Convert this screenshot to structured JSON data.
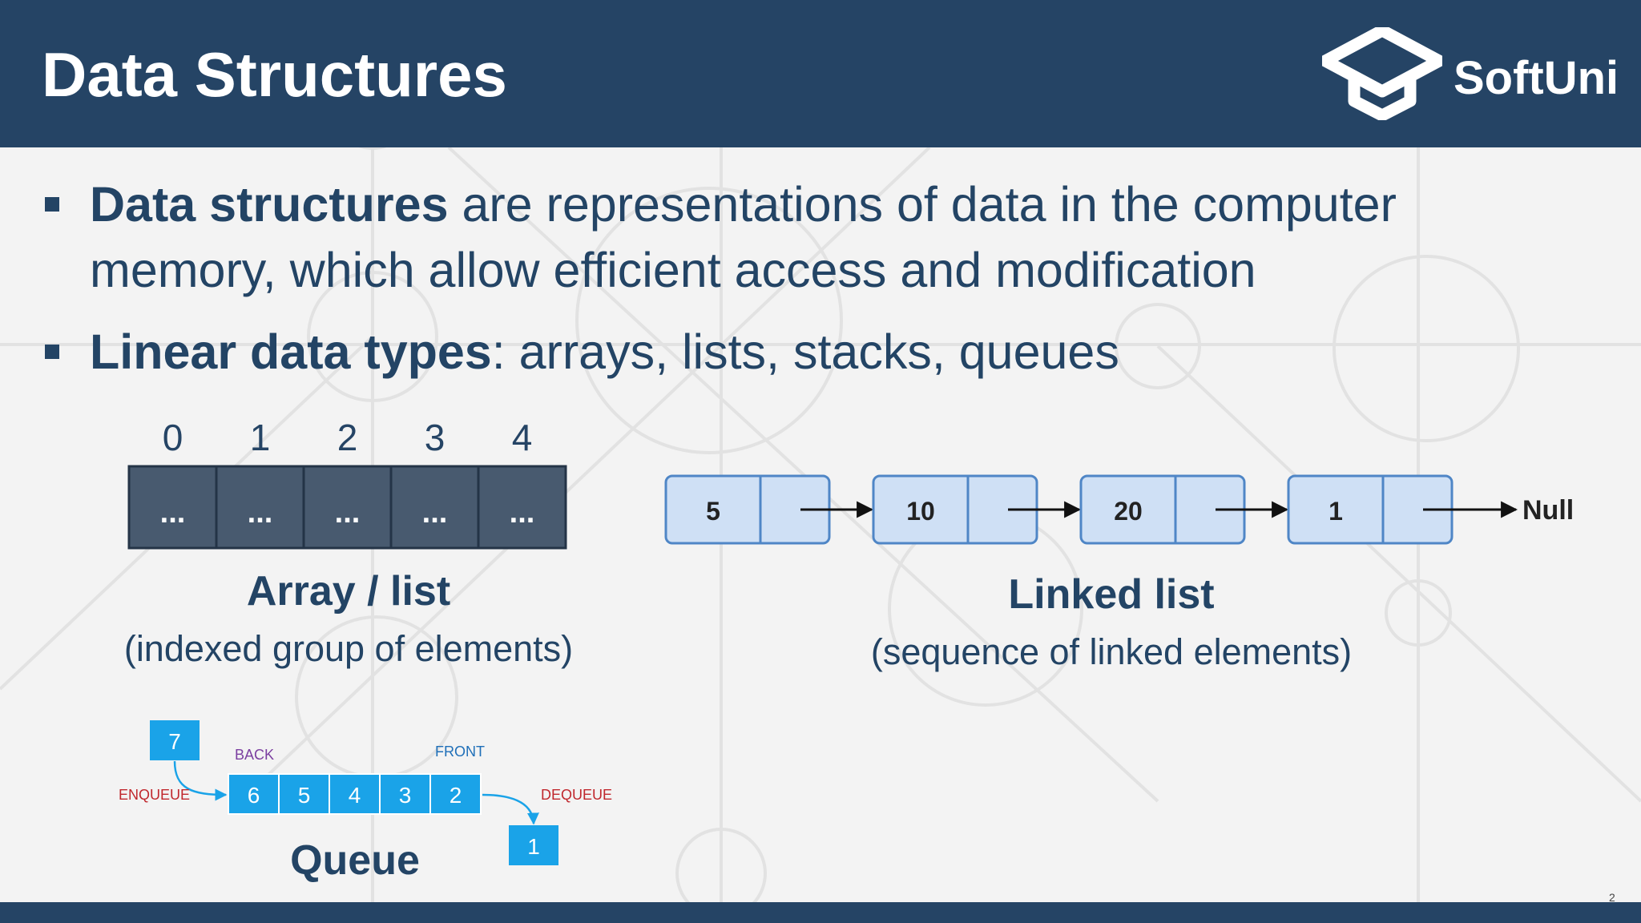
{
  "header": {
    "title": "Data Structures",
    "logo_text": "SoftUni"
  },
  "bullets": [
    {
      "bold": "Data structures",
      "rest": " are representations of data in the computer memory, which allow efficient access and modification"
    },
    {
      "bold": "Linear data types",
      "rest": ": arrays, lists, stacks, queues"
    }
  ],
  "array": {
    "indices": [
      "0",
      "1",
      "2",
      "3",
      "4"
    ],
    "cells": [
      "...",
      "...",
      "...",
      "...",
      "..."
    ],
    "caption": "Array / list",
    "subcaption": "(indexed group of elements)"
  },
  "linked_list": {
    "nodes": [
      "5",
      "10",
      "20",
      "1"
    ],
    "terminator": "Null",
    "caption": "Linked list",
    "subcaption": "(sequence of linked elements)"
  },
  "queue": {
    "incoming": "7",
    "items": [
      "6",
      "5",
      "4",
      "3",
      "2"
    ],
    "outgoing": "1",
    "enqueue_label": "ENQUEUE",
    "dequeue_label": "DEQUEUE",
    "back_label": "BACK",
    "front_label": "FRONT",
    "caption": "Queue"
  },
  "page_number": "2",
  "colors": {
    "navy": "#254465",
    "array_cell": "#485a6f",
    "list_fill": "#cfe0f5",
    "list_stroke": "#4f86c6",
    "queue_blue": "#1aa3e8",
    "enqueue_red": "#c0272d",
    "back_purple": "#7b3fa0",
    "front_blue": "#1f6fb8"
  }
}
